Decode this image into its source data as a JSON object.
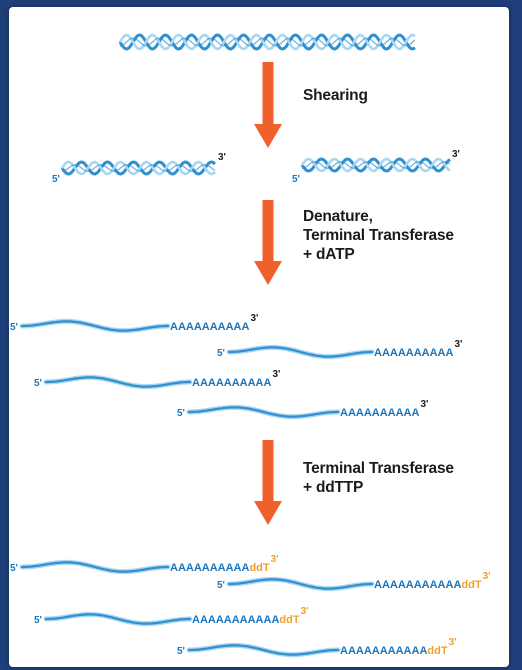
{
  "colors": {
    "background": "#1f3f7a",
    "panel": "#ffffff",
    "dna": "#2f8fcf",
    "dna_light": "#a9d6f2",
    "arrow": "#f0602a",
    "sequence_text": "#1b75bc",
    "ddt_text": "#f0a030",
    "label_text": "#1c1c1c"
  },
  "steps": [
    {
      "lines": [
        "Shearing"
      ]
    },
    {
      "lines": [
        "Denature,",
        "Terminal Transferase",
        "+ dATP"
      ]
    },
    {
      "lines": [
        "Terminal Transferase",
        "+ ddTTP"
      ]
    }
  ],
  "end_labels": {
    "five_prime": "5'",
    "three_prime": "3'"
  },
  "tails": {
    "a_tail": "AAAAAAAAAA",
    "a_tail_long": "AAAAAAAAAAA",
    "ddt": "ddT"
  }
}
